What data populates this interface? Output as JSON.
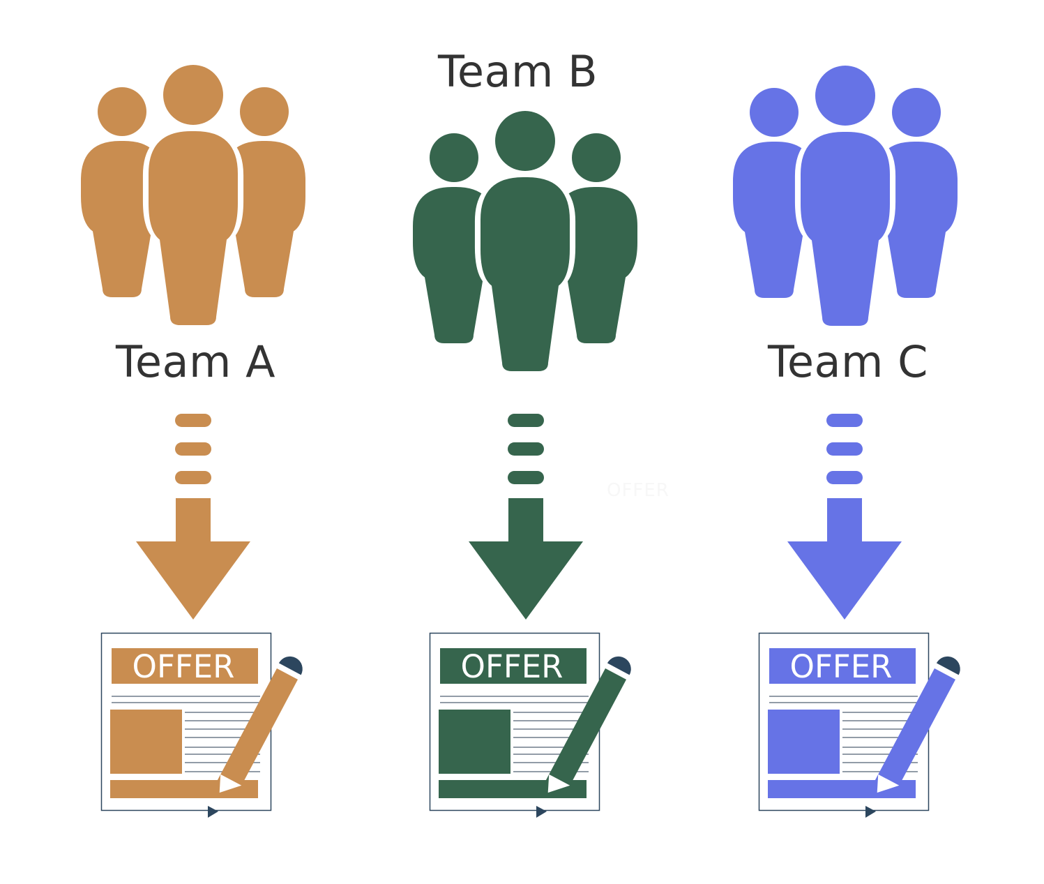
{
  "diagram": {
    "teams": [
      {
        "id": "a",
        "label": "Team A",
        "color": "#C98D50",
        "offer_label": "OFFER"
      },
      {
        "id": "b",
        "label": "Team B",
        "color": "#36654D",
        "offer_label": "OFFER"
      },
      {
        "id": "c",
        "label": "Team C",
        "color": "#6673E6",
        "offer_label": "OFFER"
      }
    ],
    "ink_color": "#2C465E",
    "line_color": "#6F7C8A",
    "ghost_text": "OFFER"
  }
}
